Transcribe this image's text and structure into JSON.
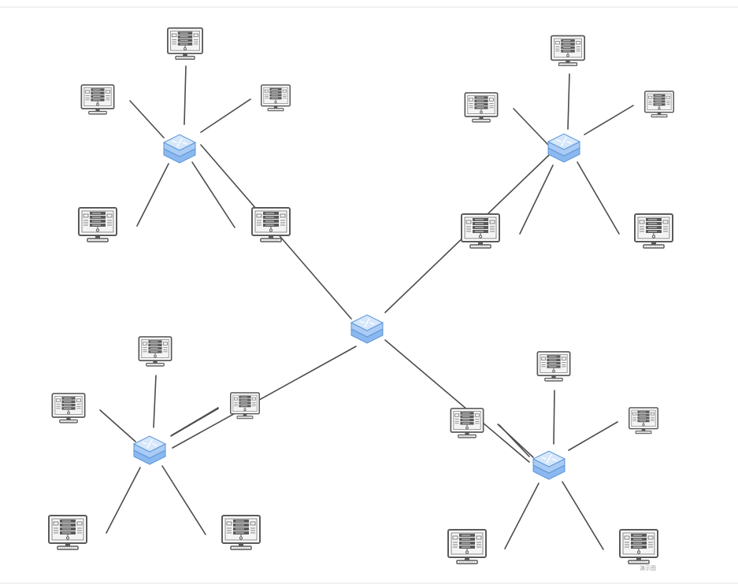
{
  "diagram": {
    "type": "network-topology",
    "icons": {
      "switch": "network-switch-icon",
      "computer": "computer-monitor-icon"
    },
    "colors": {
      "switch_top": "#cfe3fb",
      "switch_side": "#8ab8ef",
      "switch_edge": "#5c96d8",
      "monitor_frame": "#5a5a5a",
      "line": "#4d4d4d"
    },
    "watermark": "演示图",
    "hubs": [
      {
        "id": "core",
        "kind": "switch"
      },
      {
        "id": "sw-nw",
        "kind": "switch"
      },
      {
        "id": "sw-ne",
        "kind": "switch"
      },
      {
        "id": "sw-sw",
        "kind": "switch"
      },
      {
        "id": "sw-se",
        "kind": "switch"
      }
    ],
    "computers": [
      {
        "id": "nw-top",
        "switch": "sw-nw"
      },
      {
        "id": "nw-left",
        "switch": "sw-nw"
      },
      {
        "id": "nw-right",
        "switch": "sw-nw"
      },
      {
        "id": "nw-bottom-left",
        "switch": "sw-nw"
      },
      {
        "id": "nw-bottom-right",
        "switch": "sw-nw"
      },
      {
        "id": "ne-top",
        "switch": "sw-ne"
      },
      {
        "id": "ne-left",
        "switch": "sw-ne"
      },
      {
        "id": "ne-right",
        "switch": "sw-ne"
      },
      {
        "id": "ne-bottom-left",
        "switch": "sw-ne"
      },
      {
        "id": "ne-bottom-right",
        "switch": "sw-ne"
      },
      {
        "id": "sw-top",
        "switch": "sw-sw"
      },
      {
        "id": "sw-left",
        "switch": "sw-sw"
      },
      {
        "id": "sw-right",
        "switch": "sw-sw"
      },
      {
        "id": "sw-bottom-left",
        "switch": "sw-sw"
      },
      {
        "id": "sw-bottom-right",
        "switch": "sw-sw"
      },
      {
        "id": "se-top",
        "switch": "sw-se"
      },
      {
        "id": "se-left",
        "switch": "sw-se"
      },
      {
        "id": "se-right",
        "switch": "sw-se"
      },
      {
        "id": "se-bottom-left",
        "switch": "sw-se"
      },
      {
        "id": "se-bottom-right",
        "switch": "sw-se"
      }
    ],
    "links": [
      [
        "core",
        "sw-nw"
      ],
      [
        "core",
        "sw-ne"
      ],
      [
        "core",
        "sw-sw"
      ],
      [
        "core",
        "sw-se"
      ],
      [
        "sw-nw",
        "nw-top"
      ],
      [
        "sw-nw",
        "nw-left"
      ],
      [
        "sw-nw",
        "nw-right"
      ],
      [
        "sw-nw",
        "nw-bottom-left"
      ],
      [
        "sw-nw",
        "nw-bottom-right"
      ],
      [
        "sw-ne",
        "ne-top"
      ],
      [
        "sw-ne",
        "ne-left"
      ],
      [
        "sw-ne",
        "ne-right"
      ],
      [
        "sw-ne",
        "ne-bottom-left"
      ],
      [
        "sw-ne",
        "ne-bottom-right"
      ],
      [
        "sw-sw",
        "sw-top"
      ],
      [
        "sw-sw",
        "sw-left"
      ],
      [
        "sw-sw",
        "sw-right"
      ],
      [
        "sw-sw",
        "sw-bottom-left"
      ],
      [
        "sw-sw",
        "sw-bottom-right"
      ],
      [
        "sw-se",
        "se-top"
      ],
      [
        "sw-se",
        "se-left"
      ],
      [
        "sw-se",
        "se-right"
      ],
      [
        "sw-se",
        "se-bottom-left"
      ],
      [
        "sw-se",
        "se-bottom-right"
      ]
    ]
  }
}
